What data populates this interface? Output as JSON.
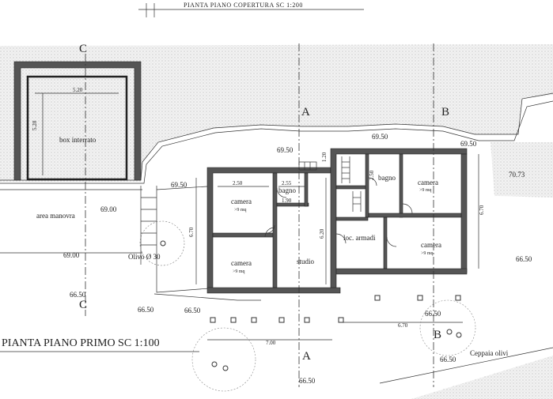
{
  "titles": {
    "roof_plan": "PIANTA PIANO COPERTURA SC 1:200",
    "first_floor": "PIANTA PIANO PRIMO SC 1:100"
  },
  "sections": {
    "a": "A",
    "b": "B",
    "c": "C"
  },
  "rooms": {
    "box": "box interrato",
    "area_manovra": "area manovra",
    "camera_nw": "camera",
    "camera_nw_area": ">9 mq",
    "camera_sw": "camera",
    "camera_sw_area": ">9 mq",
    "bagno_left": "bagno",
    "studio": "studio",
    "bagno_right": "bagno",
    "camera_ne": "camera",
    "camera_ne_area": ">9 mq",
    "loc_armadi": "loc. armadi",
    "camera_se": "camera",
    "camera_se_area": ">9 mq"
  },
  "labels": {
    "olivo": "Olivo Ø 30",
    "ceppaia": "Ceppaia olivi"
  },
  "elevations": {
    "e1": "69.50",
    "e2": "69.50",
    "e3": "69.50",
    "e4": "69.50",
    "e5": "69.00",
    "e6": "69.00",
    "e7": "70.73",
    "e8": "66.50",
    "e9": "66.50",
    "e10": "66.50",
    "e11": "66.50",
    "e12": "66.50",
    "e13": "66.50",
    "e14": "66.50"
  },
  "dimensions": {
    "d_box_w": "5.20",
    "d_box_h": "5.20",
    "d_cam_w": "2.50",
    "d_bagno_w": "2.55",
    "d_small": "1.90",
    "d_cam_h": "6.70",
    "d_stud_h": "6.20",
    "d_right_h": "6.70",
    "d_bottom": "7.00",
    "d_bottom_r": "6.70",
    "d_stair": "1.20",
    "d_arm": "2.50"
  }
}
